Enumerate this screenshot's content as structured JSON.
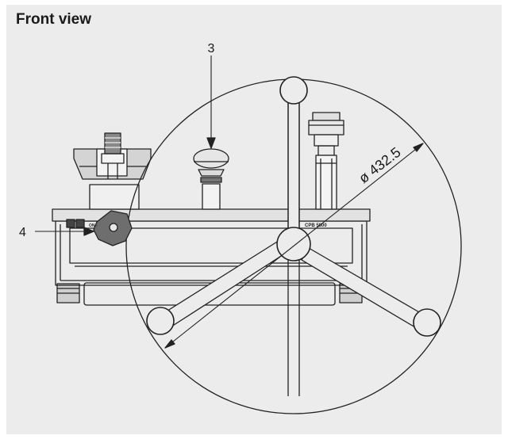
{
  "title": "Front view",
  "callouts": {
    "three": "3",
    "four": "4"
  },
  "dimension": {
    "label": "ø 432.5"
  },
  "plate": {
    "left_text": "ON - ",
    "right_text": "CPB 5800"
  },
  "colors": {
    "panel": "#ececec",
    "stroke": "#222222",
    "knob_fill": "#6e6e6e",
    "light_fill": "#d9d9d9"
  }
}
